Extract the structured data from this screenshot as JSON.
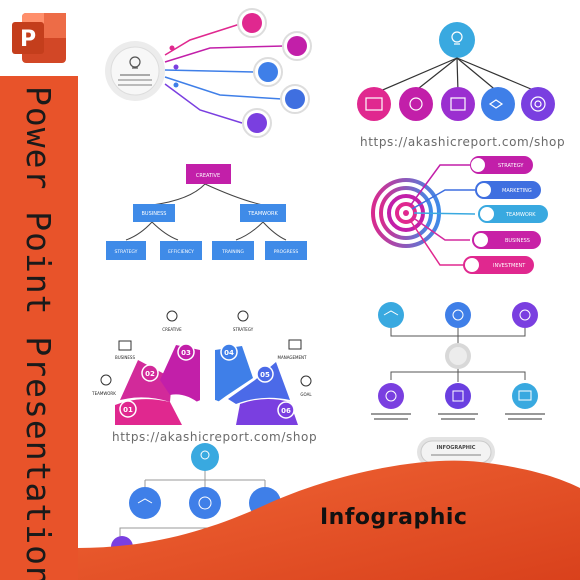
{
  "app_logo_letter": "P",
  "vertical_title": "Power Point Presentation",
  "banner_label": "Infographic",
  "watermark_url": "https://akashicreport.com/shop",
  "tree_chart": {
    "root": "CREATIVE",
    "mid": [
      "BUSINESS",
      "TEAMWORK"
    ],
    "leaves": [
      "STRATEGY",
      "EFFICIENCY",
      "TRAINING",
      "PROGRESS"
    ]
  },
  "target_chart": {
    "items": [
      "STRATEGY",
      "MARKETING",
      "TEAMWORK",
      "BUSINESS",
      "INVESTMENT"
    ]
  },
  "fan_chart": {
    "numbers": [
      "01",
      "02",
      "03",
      "04",
      "05",
      "06"
    ],
    "labels": [
      "TEAMWORK",
      "BUSINESS",
      "CREATIVE",
      "STRATEGY",
      "MANAGEMENT",
      "GOAL"
    ]
  },
  "pill_title": "INFOGRAPHIC",
  "colors": {
    "orange": "#e8532a",
    "pink": "#e0288f",
    "purple": "#7a3fe0",
    "blue": "#3f7fe8",
    "cyan": "#39a9e0",
    "magenta": "#c21fa9"
  }
}
